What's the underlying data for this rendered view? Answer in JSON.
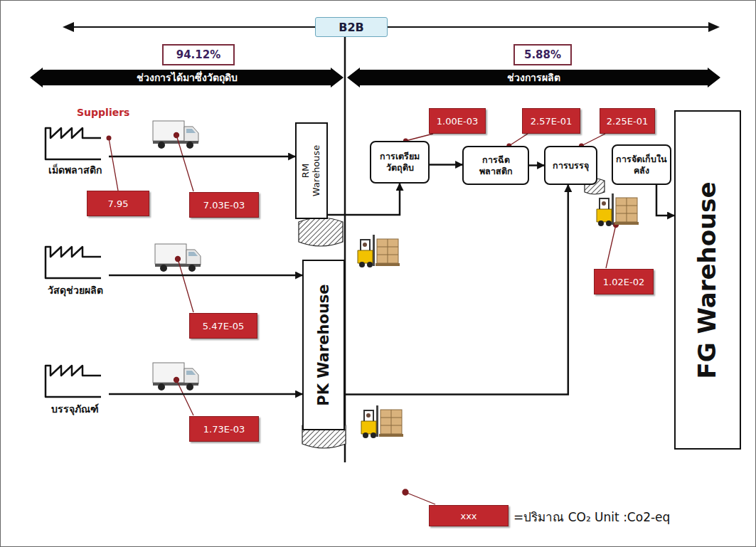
{
  "diagram": {
    "nodes": [
      {
        "text": [
          "B2B"
        ]
      },
      {
        "text": [
          "94.12%"
        ]
      },
      {
        "text": [
          "5.88%"
        ]
      },
      {
        "text": [
          "ช่วงการได้มาซึ่งวัตถุดิบ"
        ]
      },
      {
        "text": [
          "ช่วงการผลิต"
        ]
      },
      {
        "text": [
          "เม็ดพลาสติก"
        ]
      },
      {
        "text": [
          "7.95"
        ]
      },
      {
        "text": [
          "7.03E-03"
        ]
      },
      {
        "text": [
          "RM Warehouse"
        ]
      },
      {
        "text": [
          "วัสดุช่วยผลิต"
        ]
      },
      {
        "text": [
          "5.47E-05"
        ]
      },
      {
        "text": [
          "บรรจุภัณฑ์"
        ]
      },
      {
        "text": [
          "1.73E-03"
        ]
      },
      {
        "text": [
          "PK Warehouse"
        ]
      },
      {
        "text": [
          "1.00E-03"
        ]
      },
      {
        "text": [
          "2.57E-01"
        ]
      },
      {
        "text": [
          "2.25E-01"
        ]
      },
      {
        "text": [
          "การเตรียมวัตถุดิบ"
        ]
      },
      {
        "text": [
          "การฉีดพลาสติก"
        ]
      },
      {
        "text": [
          "การบรรจุ"
        ]
      },
      {
        "text": [
          "การจัดเก็บในคลัง"
        ]
      },
      {
        "text": [
          "1.02E-02"
        ]
      },
      {
        "text": [
          "FG Warehouse"
        ]
      }
    ],
    "edges": [
      {
        "from": 5,
        "to": 8,
        "arrow": "to"
      },
      {
        "from": 9,
        "to": 13,
        "arrow": "to"
      },
      {
        "from": 11,
        "to": 13,
        "arrow": "to"
      },
      {
        "from": 8,
        "to": 17,
        "arrow": "to"
      },
      {
        "from": 13,
        "to": 19,
        "arrow": "to"
      },
      {
        "from": 17,
        "to": 18,
        "arrow": "to"
      },
      {
        "from": 18,
        "to": 19,
        "arrow": "to"
      },
      {
        "from": 20,
        "to": 22,
        "arrow": "to"
      },
      {
        "from": 6,
        "to": 5,
        "arrow": "none"
      },
      {
        "from": 14,
        "to": 17,
        "arrow": "none"
      },
      {
        "from": 15,
        "to": 18,
        "arrow": "none"
      },
      {
        "from": 16,
        "to": 19,
        "arrow": "none"
      }
    ],
    "labels": [
      "Suppliers",
      "xxx"
    ],
    "legend": [
      {
        "text": "=ปริมาณ CO₂ Unit :Co2-eq",
        "color": "#c0272d"
      }
    ]
  }
}
